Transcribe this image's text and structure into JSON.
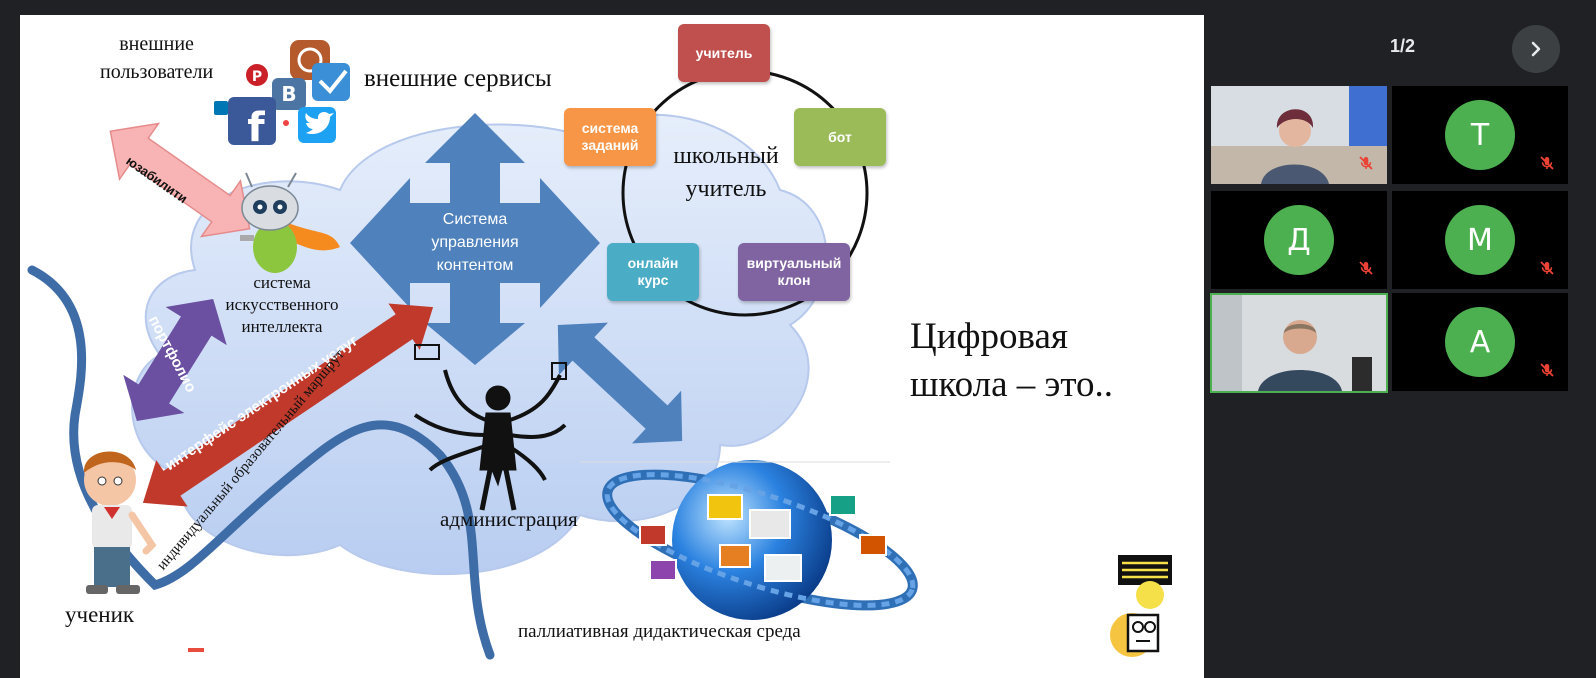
{
  "slide": {
    "external_users": [
      "внешние",
      "пользователи"
    ],
    "external_services": "внешние сервисы",
    "usability": "юзабилити",
    "ai_system": [
      "система",
      "искусственного",
      "интеллекта"
    ],
    "cms": [
      "Система",
      "управления",
      "контентом"
    ],
    "school_teacher": [
      "школьный",
      "учитель"
    ],
    "cycle": {
      "teacher": "учитель",
      "bot": "бот",
      "tasks": [
        "система",
        "заданий"
      ],
      "online_course": [
        "онлайн",
        "курс"
      ],
      "virtual_clone": [
        "виртуальный",
        "клон"
      ]
    },
    "portfolio": "портфолио",
    "services_interface": "интерфейс электронных услуг",
    "route": "индивидуальный образовательный маршрут",
    "administration": "администрация",
    "student": "ученик",
    "environment": "паллиативная дидактическая среда",
    "title": [
      "Цифровая",
      "школа – это.."
    ]
  },
  "meeting": {
    "pager": "1/2",
    "participants": [
      {
        "type": "video",
        "muted": true
      },
      {
        "type": "avatar",
        "initial": "Т",
        "muted": true
      },
      {
        "type": "avatar",
        "initial": "Д",
        "muted": true
      },
      {
        "type": "avatar",
        "initial": "М",
        "muted": true
      },
      {
        "type": "video",
        "muted": false,
        "speaking": true
      },
      {
        "type": "avatar",
        "initial": "А",
        "muted": true
      }
    ]
  },
  "colors": {
    "avatar": "#4caf50",
    "speaking_border": "#4caf50",
    "muted_icon": "#ea4335",
    "arrow_blue": "#4f81bd",
    "arrow_red": "#c0392b",
    "arrow_purple": "#6b4fa0",
    "arrow_pink": "#f8b4b4",
    "box_teacher": "#c0504d",
    "box_bot": "#9bbb59",
    "box_tasks": "#f79646",
    "box_online": "#4bacc6",
    "box_clone": "#8064a2"
  }
}
